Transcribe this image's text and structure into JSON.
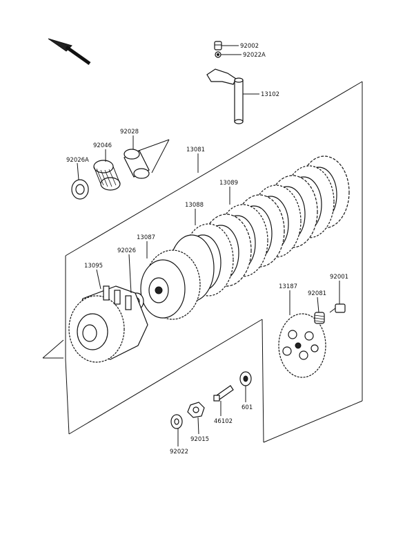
{
  "diagram": {
    "labels": {
      "p92002": "92002",
      "p92022A": "92022A",
      "p13102": "13102",
      "p92028": "92028",
      "p92046": "92046",
      "p92026A": "92026A",
      "p13081": "13081",
      "p13089": "13089",
      "p13088": "13088",
      "p13087": "13087",
      "p92026": "92026",
      "p13095": "13095",
      "p13187": "13187",
      "p92081": "92081",
      "p92001": "92001",
      "p601": "601",
      "p46102": "46102",
      "p92015": "92015",
      "p92022": "92022"
    }
  }
}
